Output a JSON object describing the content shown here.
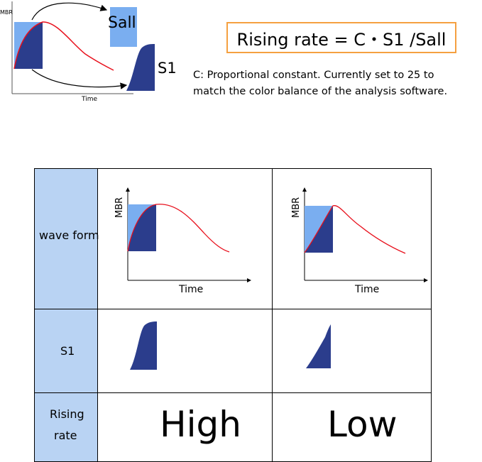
{
  "top_diagram": {
    "y_axis_label": "MBR",
    "x_axis_label": "Time",
    "sall_label": "Sall",
    "s1_label": "S1"
  },
  "formula": "Rising rate =  C・S1 /Sall",
  "note_lines": [
    "C: Proportional constant. Currently set to 25 to",
    "match the color balance of the analysis software."
  ],
  "table": {
    "row_labels": {
      "wave_form": "wave form",
      "s1": "S1",
      "rising_rate": [
        "Rising",
        "rate"
      ]
    },
    "columns": [
      {
        "y_axis_label": "MBR",
        "x_axis_label": "Time",
        "rising_rate": "High"
      },
      {
        "y_axis_label": "MBR",
        "x_axis_label": "Time",
        "rising_rate": "Low"
      }
    ]
  },
  "colors": {
    "light_blue": "#7aaef0",
    "dark_blue": "#2b3d8c",
    "curve_red": "#e8101c",
    "label_column": "#b9d3f3",
    "formula_border": "#f5a040"
  }
}
